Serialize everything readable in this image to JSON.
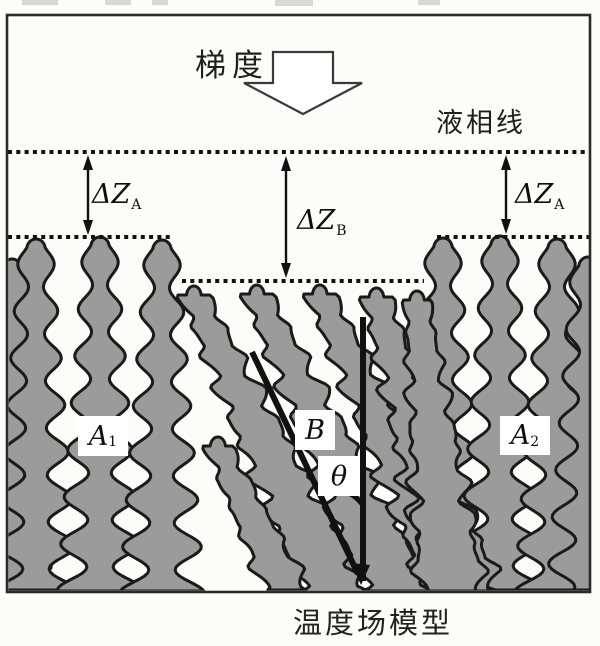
{
  "labels": {
    "gradient": "梯度",
    "liquidus": "液相线",
    "caption": "温度场模型",
    "dz_a": {
      "main": "ΔZ",
      "sub": "A"
    },
    "dz_b": {
      "main": "ΔZ",
      "sub": "B"
    },
    "a1": {
      "main": "A",
      "sub": "1"
    },
    "b": {
      "main": "B",
      "sub": ""
    },
    "theta": {
      "main": "θ",
      "sub": ""
    },
    "a2": {
      "main": "A",
      "sub": "2"
    }
  },
  "colors": {
    "ink": "#111111",
    "dendrite_fill": "#9b9b9b",
    "dendrite_stroke": "#1a1a1a",
    "frame": "#2b2b2b",
    "background": "#fcfcfb"
  }
}
